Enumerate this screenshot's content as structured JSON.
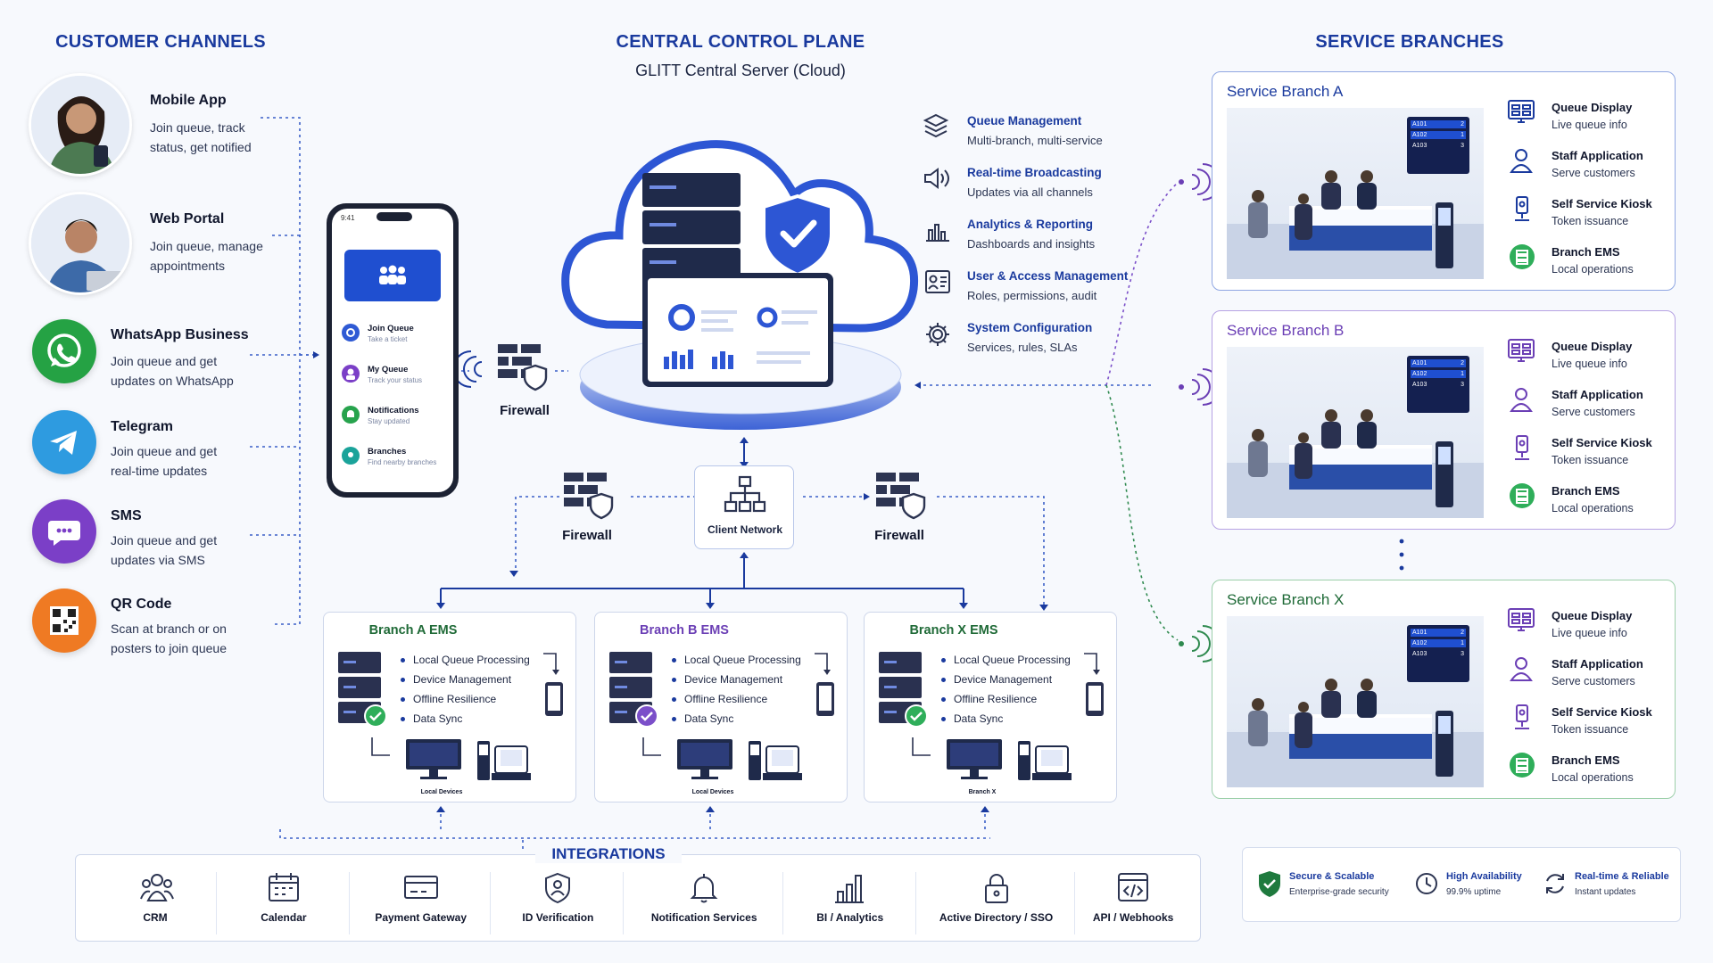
{
  "headers": {
    "customer_channels": "CUSTOMER CHANNELS",
    "central": "CENTRAL CONTROL PLANE",
    "central_sub": "GLITT Central Server (Cloud)",
    "service_branches": "SERVICE BRANCHES",
    "integrations": "INTEGRATIONS"
  },
  "channels": [
    {
      "title": "Mobile App",
      "desc1": "Join queue, track",
      "desc2": "status, get notified",
      "icon": "person-phone-avatar"
    },
    {
      "title": "Web Portal",
      "desc1": "Join queue, manage",
      "desc2": "appointments",
      "icon": "person-laptop-avatar"
    },
    {
      "title": "WhatsApp Business",
      "desc1": "Join queue and get",
      "desc2": "updates on WhatsApp",
      "icon": "whatsapp-icon",
      "color": "#25a244"
    },
    {
      "title": "Telegram",
      "desc1": "Join queue and get",
      "desc2": "real-time updates",
      "icon": "telegram-icon",
      "color": "#2e9be0"
    },
    {
      "title": "SMS",
      "desc1": "Join queue and get",
      "desc2": "updates via SMS",
      "icon": "sms-icon",
      "color": "#7b3fc7"
    },
    {
      "title": "QR Code",
      "desc1": "Scan at branch or on",
      "desc2": "posters to join queue",
      "icon": "qr-icon",
      "color": "#ef7a23"
    }
  ],
  "phone": {
    "time": "9:41",
    "items": [
      {
        "title": "Join Queue",
        "desc": "Take a ticket"
      },
      {
        "title": "My Queue",
        "desc": "Track your status"
      },
      {
        "title": "Notifications",
        "desc": "Stay updated"
      },
      {
        "title": "Branches",
        "desc": "Find nearby branches"
      }
    ]
  },
  "features": [
    {
      "title": "Queue Management",
      "desc": "Multi-branch, multi-service",
      "icon": "layers-icon"
    },
    {
      "title": "Real-time Broadcasting",
      "desc": "Updates via all channels",
      "icon": "speaker-icon"
    },
    {
      "title": "Analytics & Reporting",
      "desc": "Dashboards and insights",
      "icon": "bar-chart-icon"
    },
    {
      "title": "User & Access Management",
      "desc": "Roles, permissions, audit",
      "icon": "users-icon"
    },
    {
      "title": "System Configuration",
      "desc": "Services, rules, SLAs",
      "icon": "gear-icon"
    }
  ],
  "firewall_label": "Firewall",
  "client_network": "Client Network",
  "ems": [
    {
      "title": "Branch A EMS",
      "caption": "Local Devices"
    },
    {
      "title": "Branch B EMS",
      "caption": "Local Devices"
    },
    {
      "title": "Branch X EMS",
      "caption": "Branch X"
    }
  ],
  "ems_items": [
    "Local Queue Processing",
    "Device Management",
    "Offline Resilience",
    "Data Sync"
  ],
  "branches": [
    {
      "title": "Service Branch A",
      "color": "#1a3a9e"
    },
    {
      "title": "Service Branch B",
      "color": "#6b3fb5"
    },
    {
      "title": "Service Branch X",
      "color": "#1f6a37"
    }
  ],
  "branch_items": [
    {
      "title": "Queue Display",
      "desc": "Live queue info",
      "icon": "display-icon"
    },
    {
      "title": "Staff Application",
      "desc": "Serve customers",
      "icon": "staff-icon"
    },
    {
      "title": "Self Service Kiosk",
      "desc": "Token issuance",
      "icon": "kiosk-icon"
    },
    {
      "title": "Branch EMS",
      "desc": "Local operations",
      "icon": "ems-icon"
    }
  ],
  "display_tickets": [
    {
      "code": "A101",
      "counter": "2"
    },
    {
      "code": "A102",
      "counter": "1"
    },
    {
      "code": "A103",
      "counter": "3"
    }
  ],
  "integrations": [
    {
      "label": "CRM",
      "icon": "crm-icon"
    },
    {
      "label": "Calendar",
      "icon": "calendar-icon"
    },
    {
      "label": "Payment Gateway",
      "icon": "card-icon"
    },
    {
      "label": "ID Verification",
      "icon": "id-shield-icon"
    },
    {
      "label": "Notification Services",
      "icon": "bell-icon"
    },
    {
      "label": "BI / Analytics",
      "icon": "bi-chart-icon"
    },
    {
      "label": "Active Directory / SSO",
      "icon": "lock-icon"
    },
    {
      "label": "API / Webhooks",
      "icon": "code-icon"
    }
  ],
  "badges": [
    {
      "title": "Secure & Scalable",
      "desc": "Enterprise-grade security",
      "icon": "shield-check-icon"
    },
    {
      "title": "High Availability",
      "desc": "99.9% uptime",
      "icon": "clock-icon"
    },
    {
      "title": "Real-time & Reliable",
      "desc": "Instant updates",
      "icon": "sync-icon"
    }
  ],
  "colors": {
    "primary": "#1a3a9e",
    "purple": "#6b3fb5",
    "green": "#1f6a37",
    "accent_green": "#2fae5a"
  }
}
